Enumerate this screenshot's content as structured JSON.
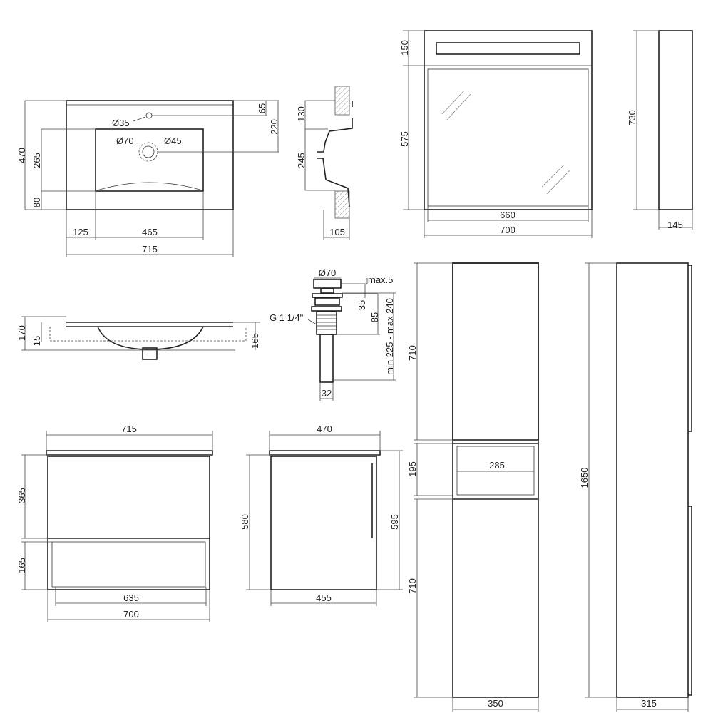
{
  "basin_plan": {
    "overall_depth": "470",
    "bowl_length": "265",
    "front_margin": "80",
    "tap_offset": "65",
    "drain_offset": "220",
    "tap_hole": "Ø35",
    "drain_outer": "Ø70",
    "drain_inner": "Ø45",
    "left_margin": "125",
    "bowl_width": "465",
    "overall_width": "715"
  },
  "basin_section": {
    "top": "130",
    "bowl": "245",
    "depth": "105"
  },
  "mirror": {
    "light_height": "150",
    "mirror_height": "575",
    "inner_width": "660",
    "outer_width": "700",
    "total_height": "730",
    "side_depth": "145"
  },
  "basin_front": {
    "height": "170",
    "rim": "15",
    "bowl_height": "165"
  },
  "drain": {
    "cap": "Ø70",
    "gap": "max.5",
    "upper": "35",
    "body": "85",
    "length": "min 225 - max 240",
    "thread": "G 1 1/4\"",
    "pipe": "32"
  },
  "vanity_front": {
    "top_width": "715",
    "drawer_height": "365",
    "shelf_height": "165",
    "shelf_width": "635",
    "body_width": "700"
  },
  "vanity_side": {
    "top_depth": "470",
    "body_height": "580",
    "total_height": "595",
    "body_depth": "455"
  },
  "column_front": {
    "upper_door": "710",
    "shelf_height": "195",
    "shelf_width": "285",
    "lower_door": "710",
    "width": "350"
  },
  "column_side": {
    "height": "1650",
    "depth": "315"
  }
}
